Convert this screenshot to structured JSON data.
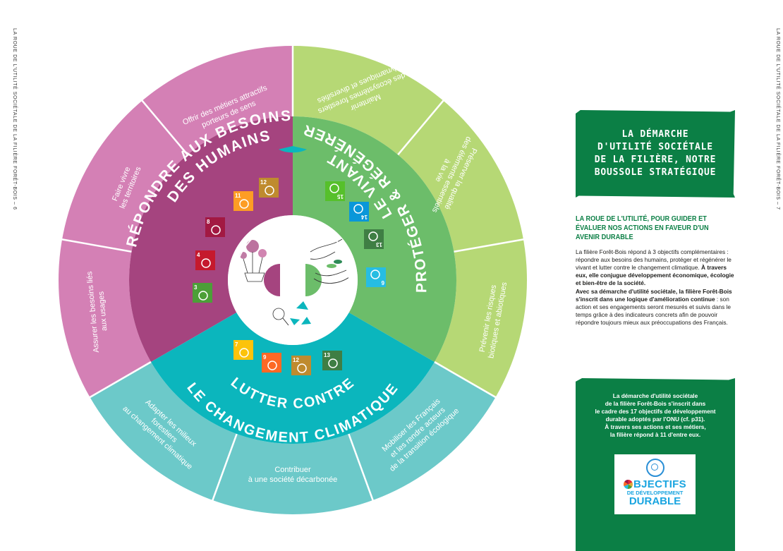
{
  "left_margin_text": "LA ROUE DE L'UTILITÉ SOCIÉTALE DE LA FILIÈRE FORÊT-BOIS – 6",
  "right_margin_text": "LA ROUE DE L'UTILITÉ SOCIÉTALE DE LA FILIÈRE FORÊT-BOIS – 7",
  "colors": {
    "magenta_outer": "#d480b5",
    "magenta_inner": "#a5447f",
    "green_outer": "#b6d875",
    "green_inner": "#6cbd6a",
    "teal_outer": "#6cc9c9",
    "teal_inner": "#0bb6bd",
    "brand_green": "#0b7f45"
  },
  "wheel": {
    "objectives": [
      {
        "line1": "RÉPONDRE AUX BESOINS",
        "line2": "DES HUMAINS"
      },
      {
        "line1": "PROTÉGER & RÉGÉNÉRER",
        "line2": "LE VIVANT"
      },
      {
        "line1": "LUTTER CONTRE",
        "line2": "LE CHANGEMENT CLIMATIQUE"
      }
    ],
    "actions": [
      {
        "lines": [
          "Offrir des métiers attractifs",
          "porteurs de sens"
        ]
      },
      {
        "lines": [
          "Faire vivre",
          "les territoires"
        ]
      },
      {
        "lines": [
          "Assurer les besoins liés",
          "aux usages"
        ]
      },
      {
        "lines": [
          "Maintenir",
          "des écosystèmes forestiers",
          "dynamiques et diversifiés"
        ]
      },
      {
        "lines": [
          "Préserver la qualité",
          "des éléments essentiels",
          "à la vie"
        ]
      },
      {
        "lines": [
          "Prévenir les risques",
          "biotiques et abiotiques"
        ]
      },
      {
        "lines": [
          "Adapter les milieux",
          "forestiers",
          "au changement climatique"
        ]
      },
      {
        "lines": [
          "Contribuer",
          "à une société décarbonée"
        ]
      },
      {
        "lines": [
          "Mobiliser les Français",
          "et les rendre acteurs",
          "de la transition écologique"
        ]
      }
    ],
    "sdg_tiles": [
      {
        "num": "12",
        "color": "#bf8b2e",
        "icon": "infinity-icon"
      },
      {
        "num": "11",
        "color": "#fd9d24",
        "icon": "city-icon"
      },
      {
        "num": "8",
        "color": "#a21942",
        "icon": "growth-icon"
      },
      {
        "num": "4",
        "color": "#c5192d",
        "icon": "book-icon"
      },
      {
        "num": "3",
        "color": "#4c9f38",
        "icon": "heartbeat-icon"
      },
      {
        "num": "15",
        "color": "#56c02b",
        "icon": "tree-icon"
      },
      {
        "num": "14",
        "color": "#0a97d9",
        "icon": "fish-icon"
      },
      {
        "num": "13",
        "color": "#3f7e44",
        "icon": "eye-icon"
      },
      {
        "num": "6",
        "color": "#26bde2",
        "icon": "drop-icon"
      },
      {
        "num": "7",
        "color": "#fcc30b",
        "icon": "sun-icon"
      },
      {
        "num": "9",
        "color": "#fd6925",
        "icon": "cube-icon"
      },
      {
        "num": "12",
        "color": "#bf8b2e",
        "icon": "infinity-icon"
      },
      {
        "num": "13",
        "color": "#3f7e44",
        "icon": "eye-icon"
      }
    ]
  },
  "right": {
    "title": "LA DÉMARCHE\nD'UTILITÉ SOCIÉTALE\nDE LA FILIÈRE, NOTRE\nBOUSSOLE STRATÉGIQUE",
    "subtitle": "LA ROUE DE L'UTILITÉ, POUR GUIDER ET ÉVALUER NOS ACTIONS EN FAVEUR D'UN AVENIR DURABLE",
    "p1_normal": "La filière Forêt-Bois répond à 3 objectifs complémentaires : répondre aux besoins des humains, protéger et régénérer le vivant et lutter contre le changement climatique. ",
    "p1_bold": "À travers eux, elle conjugue développement économique, écologie et bien-être de la société.",
    "p2_bold": "Avec sa démarche d'utilité sociétale, la filière Forêt-Bois s'inscrit dans une logique d'amélioration continue",
    "p2_normal": " : son action et ses engagements seront mesurés et suivis dans le temps grâce à des indicateurs concrets afin de pouvoir répondre toujours mieux aux préoccupations des Français.",
    "info": "La démarche d'utilité sociétale\nde la filière Forêt-Bois s'inscrit dans\nle cadre des 17 objectifs de développement\ndurable adoptés par l'ONU (cf. p31).\nÀ travers ses actions et ses métiers,\nla filière répond à 11 d'entre eux.",
    "logo_l1": "BJECTIFS",
    "logo_l2": "DE DÉVELOPPEMENT",
    "logo_l3": "DURABLE"
  }
}
